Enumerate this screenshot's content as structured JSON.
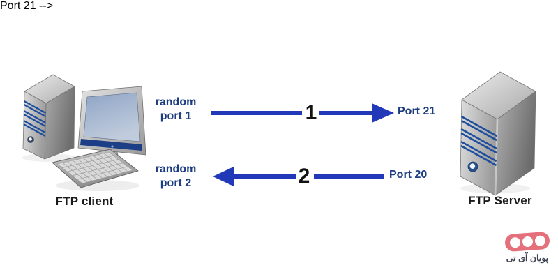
{
  "client": {
    "label": "FTP client"
  },
  "server": {
    "label": "FTP Server"
  },
  "flows": [
    {
      "number": "1",
      "direction": "right",
      "left_line1": "random",
      "left_line2": "port 1",
      "right_label": "Port 21"
    },
    {
      "number": "2",
      "direction": "left",
      "left_line1": "random",
      "left_line2": "port 2",
      "right_label": "Port 20"
    }
  ],
  "logo": {
    "text": "پویان آی تی"
  },
  "colors": {
    "arrow_blue": "#2139b8",
    "port_label_blue": "#1c3c80",
    "step_number": "#121212",
    "device_label": "#1a1a1a",
    "tower_stripe": "#1d4e9e",
    "logo_pill_pink": "#e4707c",
    "logo_text": "#3d4350",
    "background": "#ffffff"
  }
}
